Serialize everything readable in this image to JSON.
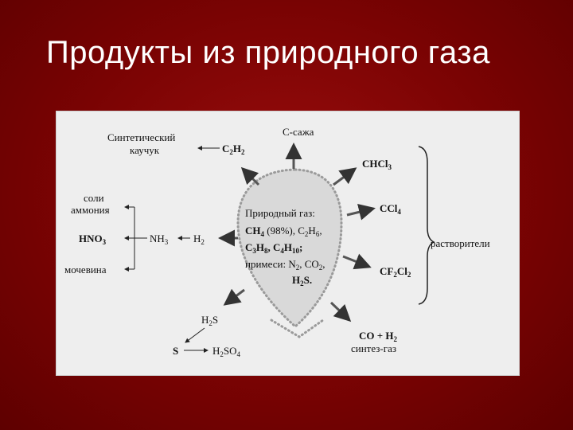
{
  "slide": {
    "title": "Продукты из природного газа"
  },
  "diagram": {
    "center": {
      "line1": "Природный газ:",
      "line2_main": "CH",
      "line2_main_sub": "4",
      "line2_pct": " (98%), C",
      "line2_sub1": "2",
      "line2_h": "H",
      "line2_sub2": "6",
      "line2_end": ",",
      "line3_c1": "C",
      "line3_s1": "3",
      "line3_h1": "H",
      "line3_s2": "8",
      "line3_c2": ", C",
      "line3_s3": "4",
      "line3_h2": "H",
      "line3_s4": "10",
      "line3_end": ";",
      "line4_a": "примеси: N",
      "line4_s1": "2",
      "line4_b": ", CO",
      "line4_s2": "2",
      "line4_c": ",",
      "line5_h": "H",
      "line5_s": "2",
      "line5_end": "S."
    },
    "soot": "С-сажа",
    "chcl3_main": "CHCl",
    "chcl3_sub": "3",
    "ccl4_main": "CCl",
    "ccl4_sub": "4",
    "cf2cl2_a": "CF",
    "cf2cl2_s1": "2",
    "cf2cl2_b": "Cl",
    "cf2cl2_s2": "2",
    "solvents": "растворители",
    "syngas_a": "CO + H",
    "syngas_s": "2",
    "syngas_label": "синтез-газ",
    "h2s_a": "H",
    "h2s_s": "2",
    "h2s_b": "S",
    "sulfur": "S",
    "h2so4_a": "H",
    "h2so4_s1": "2",
    "h2so4_b": "SO",
    "h2so4_s2": "4",
    "c2h2_a": "C",
    "c2h2_s1": "2",
    "c2h2_b": "H",
    "c2h2_s2": "2",
    "rubber_line1": "Синтетический",
    "rubber_line2": "каучук",
    "salts_line1": "соли",
    "salts_line2": "аммония",
    "hno3_a": "HNO",
    "hno3_s": "3",
    "nh3_a": "NH",
    "nh3_s": "3",
    "h2_a": "H",
    "h2_s": "2",
    "urea": "мочевина"
  },
  "colors": {
    "background": "#7a0000",
    "panel": "#eeeeee",
    "blob_fill": "#d9d9d9",
    "blob_dots": "#9a9a9a",
    "arrows": "#555555"
  }
}
